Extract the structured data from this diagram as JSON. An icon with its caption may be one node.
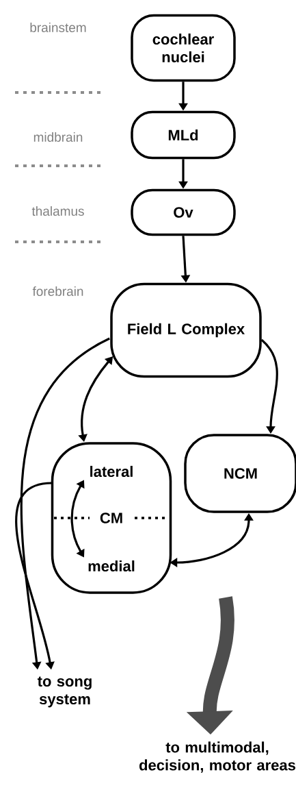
{
  "diagram": {
    "nodes": [
      {
        "text": [
          "cochlear nuclei"
        ]
      },
      {
        "text": [
          "MLd"
        ]
      },
      {
        "text": [
          "Ov"
        ]
      },
      {
        "text": [
          "Field L Complex"
        ]
      },
      {
        "text": [
          "CM"
        ]
      },
      {
        "text": [
          "lateral"
        ],
        "in": 4
      },
      {
        "text": [
          "medial"
        ],
        "in": 4
      },
      {
        "text": [
          "NCM"
        ]
      },
      {
        "text": [
          "to song system"
        ]
      },
      {
        "text": [
          "to multimodal, decision, motor areas"
        ]
      }
    ],
    "edges": [
      {
        "from": 0,
        "to": 1,
        "arrow": "to"
      },
      {
        "from": 1,
        "to": 2,
        "arrow": "to"
      },
      {
        "from": 2,
        "to": 3,
        "arrow": "to"
      },
      {
        "from": 3,
        "to": 4,
        "arrow": "both"
      },
      {
        "from": 3,
        "to": 7,
        "arrow": "to"
      },
      {
        "from": 5,
        "to": 6,
        "arrow": "both"
      },
      {
        "from": 4,
        "to": 7,
        "arrow": "both"
      },
      {
        "from": 3,
        "to": 8,
        "arrow": "to"
      },
      {
        "from": 4,
        "to": 8,
        "arrow": "to"
      },
      {
        "from": null,
        "to": 9,
        "arrow": "to",
        "style": "thick",
        "color": "#4d4d4d"
      }
    ],
    "labels": [
      "brainstem",
      "midbrain",
      "thalamus",
      "forebrain"
    ]
  }
}
